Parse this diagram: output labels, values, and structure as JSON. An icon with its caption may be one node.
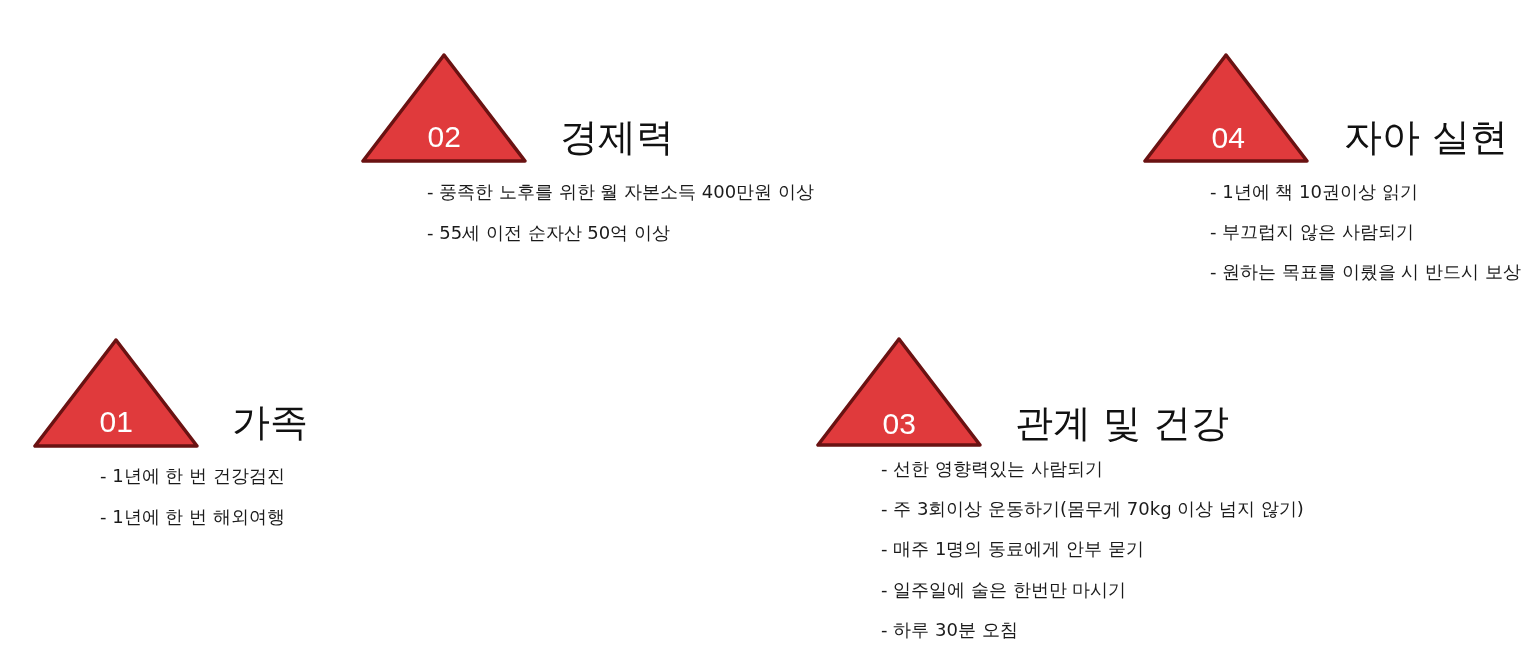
{
  "diagram": {
    "nodes": [
      {
        "text": [
          "02",
          "경제력"
        ],
        "beside": [
          "- 풍족한 노후를 위한 월 자본소득 400만원 이상",
          "- 55세 이전 순자산 50억 이상"
        ]
      },
      {
        "text": [
          "04",
          "자아 실현"
        ],
        "beside": [
          "- 1년에 책 10권이상 읽기",
          "- 부끄럽지 않은 사람되기",
          "- 원하는 목표를 이뤘을 시 반드시 보상"
        ]
      },
      {
        "text": [
          "01",
          "가족"
        ],
        "beside": [
          "- 1년에 한 번 건강검진",
          "- 1년에 한 번 해외여행"
        ]
      },
      {
        "text": [
          "03",
          "관계 및 건강"
        ],
        "beside": [
          "- 선한 영향력있는 사람되기",
          "- 주 3회이상 운동하기(몸무게 70kg 이상 넘지 않기)",
          "- 매주 1명의 동료에게 안부 묻기",
          "- 일주일에 술은 한번만 마시기",
          "- 하루 30분 오침"
        ]
      }
    ]
  }
}
